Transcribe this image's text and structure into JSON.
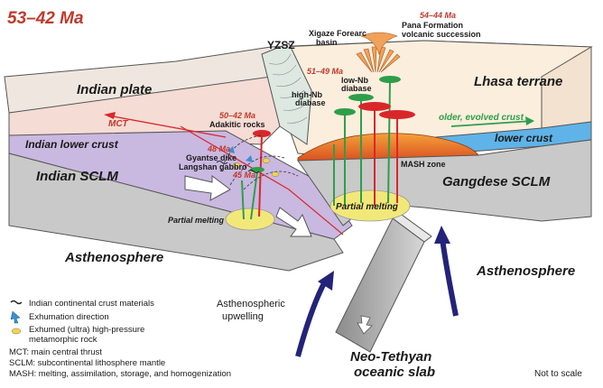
{
  "title": "53–42 Ma",
  "labels": {
    "indian_plate": "Indian plate",
    "lhasa_terrane": "Lhasa terrane",
    "indian_lower_crust": "Indian lower crust",
    "indian_sclm": "Indian SCLM",
    "gangdese_sclm": "Gangdese SCLM",
    "lower_crust": "lower crust",
    "older_crust": "older, evolved crust",
    "asthenosphere_left": "Asthenosphere",
    "asthenosphere_right": "Asthenosphere",
    "asthenospheric_upwelling_1": "Asthenospheric",
    "asthenospheric_upwelling_2": "upwelling",
    "neo_tethyan_1": "Neo-Tethyan",
    "neo_tethyan_2": "oceanic slab",
    "not_to_scale": "Not to scale",
    "mct": "MCT",
    "yzsz": "YZSZ",
    "xigaze_1": "Xigaze Forearc",
    "xigaze_2": "basin",
    "pana_age": "54–44 Ma",
    "pana_1": "Pana Formation",
    "pana_2": "volcanic succession",
    "low_nb_1": "low-Nb",
    "low_nb_2": "diabase",
    "high_nb_1": "high-Nb",
    "high_nb_2": "diabase",
    "age_51_49": "51–49 Ma",
    "age_50_42": "50–42 Ma",
    "adakitic": "Adakitic rocks",
    "age_48": "48 Ma",
    "gyantse": "Gyantse dike",
    "langshan": "Langshan gabbro",
    "age_45": "45 Ma",
    "mash_zone": "MASH zone",
    "partial_melting_left": "Partial melting",
    "partial_melting_right": "Partial melting"
  },
  "legend": [
    {
      "icon": "crust-materials-icon",
      "text": "Indian continental crust materials"
    },
    {
      "icon": "exhumation-arrow-icon",
      "text": "Exhumation direction"
    },
    {
      "icon": "metamorphic-rock-icon",
      "text": "Exhumed (ultra) high-pressure"
    },
    {
      "icon": "",
      "text": "metamorphic rock"
    }
  ],
  "abbreviations": [
    "MCT: main central thrust",
    "SCLM: subcontinental lithosphere mantle",
    "MASH: melting, assimilation, storage, and homogenization"
  ],
  "colors": {
    "title": "#c0392b",
    "age_labels": "#c0392b",
    "indian_plate": "#f5dcd4",
    "lhasa_terrane": "#fbeedd",
    "sclm": "#c9c9c9",
    "lower_crust_indian": "#c9b8e0",
    "lower_crust_lhasa": "#5fb3e8",
    "partial_melting": "#f2e87a",
    "mash": "#e8662c",
    "arrows": "#23237a",
    "green": "#2e9e4a",
    "red": "#d9262b"
  }
}
